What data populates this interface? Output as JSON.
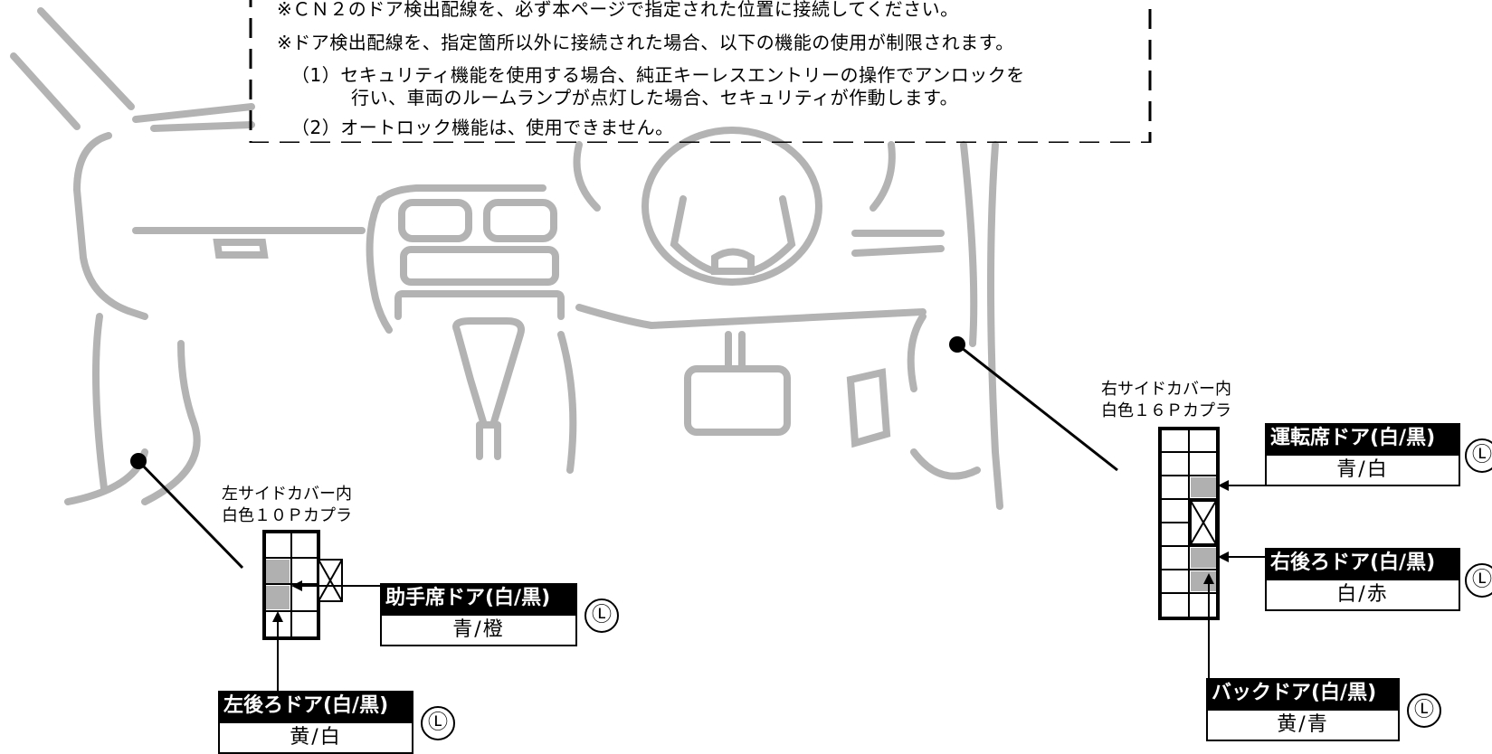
{
  "notes": {
    "line1": "※ＣＮ２のドア検出配線を、必ず本ページで指定された位置に接続してください。",
    "line2": "※ドア検出配線を、指定箇所以外に接続された場合、以下の機能の使用が制限されます。",
    "line3": "（1）セキュリティ機能を使用する場合、純正キーレスエントリーの操作でアンロックを",
    "line4": "行い、車両のルームランプが点灯した場合、セキュリティが作動します。",
    "line5": "（2）オートロック機能は、使用できません。"
  },
  "left_connector": {
    "caption1": "左サイドカバー内",
    "caption2": "白色１０Ｐカプラ",
    "tags": [
      {
        "head": "助手席ドア(白/黒)",
        "value": "青/橙",
        "mark": "Ⓛ"
      },
      {
        "head": "左後ろドア(白/黒)",
        "value": "黄/白",
        "mark": "Ⓛ"
      }
    ]
  },
  "right_connector": {
    "caption1": "右サイドカバー内",
    "caption2": "白色１６Ｐカプラ",
    "tags": [
      {
        "head": "運転席ドア(白/黒)",
        "value": "青/白",
        "mark": "Ⓛ"
      },
      {
        "head": "右後ろドア(白/黒)",
        "value": "白/赤",
        "mark": "Ⓛ"
      },
      {
        "head": "バックドア(白/黒)",
        "value": "黄/青",
        "mark": "Ⓛ"
      }
    ]
  },
  "colors": {
    "dashboard": "#b3b3b3",
    "pin_fill": "#b0b0b0",
    "ink": "#000000"
  }
}
